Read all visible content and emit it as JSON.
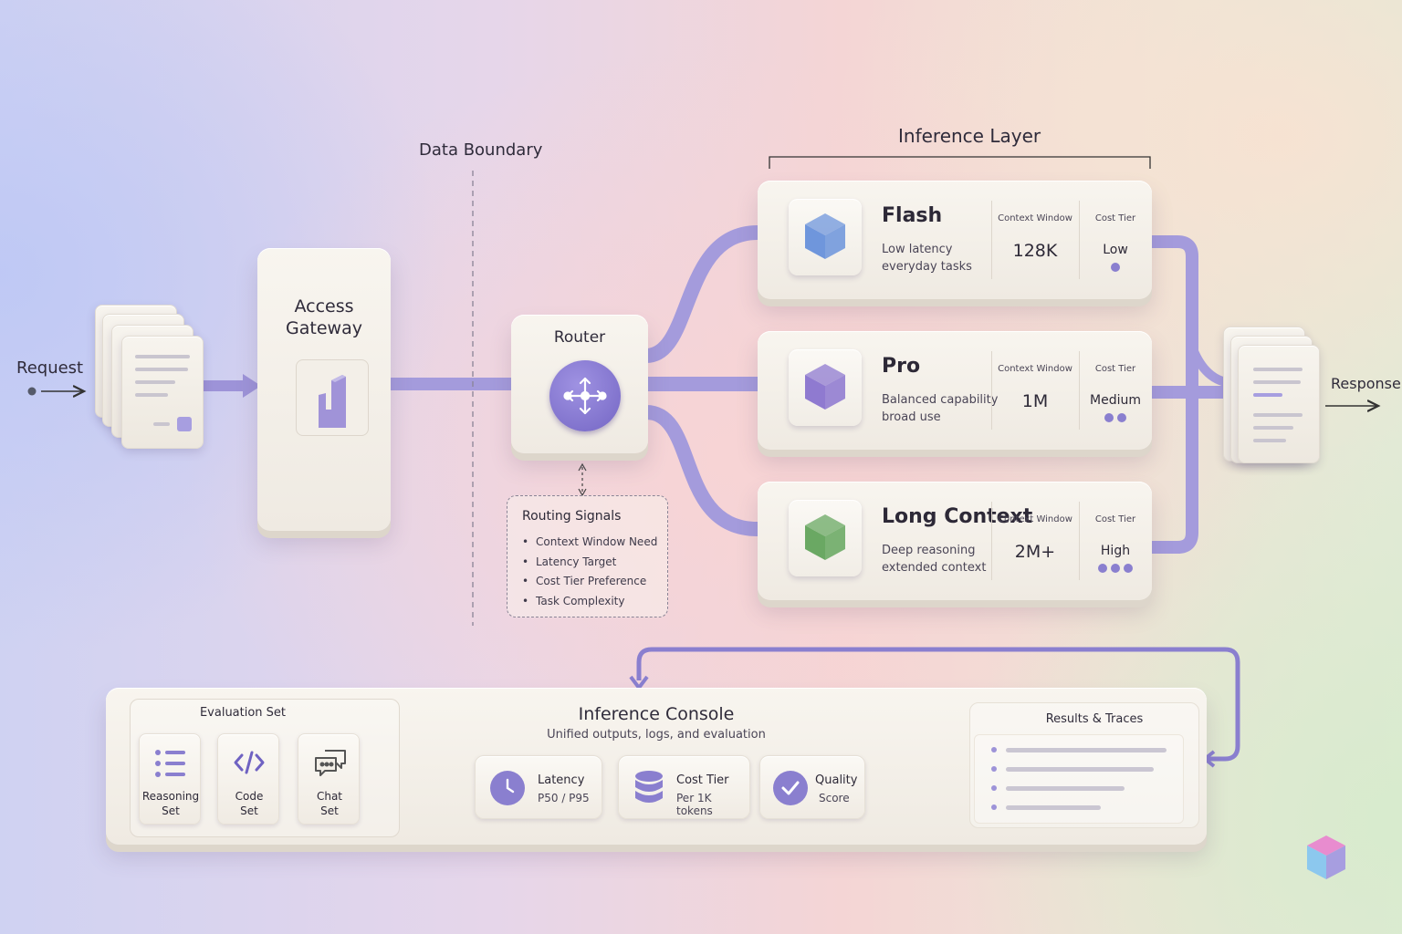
{
  "labels": {
    "request": "Request",
    "response": "Response",
    "data_boundary": "Data Boundary",
    "inference_layer": "Inference Layer",
    "gateway": "Access\nGateway",
    "router": "Router"
  },
  "routing_signals": {
    "title": "Routing Signals",
    "items": [
      "Context Window Need",
      "Latency Target",
      "Cost Tier Preference",
      "Task Complexity"
    ]
  },
  "models": [
    {
      "name": "Flash",
      "desc": "Low latency\neveryday tasks",
      "context_label": "Context Window",
      "context": "128K",
      "tier_label": "Cost Tier",
      "tier": "Low",
      "tier_level": 1,
      "icon": "blue-cube-icon",
      "color": "#6f96dc"
    },
    {
      "name": "Pro",
      "desc": "Balanced capability\nbroad use",
      "context_label": "Context Window",
      "context": "1M",
      "tier_label": "Cost Tier",
      "tier": "Medium",
      "tier_level": 2,
      "icon": "purple-cube-icon",
      "color": "#8f7ad0"
    },
    {
      "name": "Long Context",
      "desc": "Deep reasoning\nextended context",
      "context_label": "Context Window",
      "context": "2M+",
      "tier_label": "Cost Tier",
      "tier": "High",
      "tier_level": 3,
      "icon": "green-cube-icon",
      "color": "#6aa863"
    }
  ],
  "console": {
    "title": "Inference Console",
    "subtitle": "Unified outputs, logs, and evaluation",
    "eval_title": "Evaluation Set",
    "eval_sets": [
      {
        "label": "Reasoning\nSet",
        "icon": "list-icon"
      },
      {
        "label": "Code\nSet",
        "icon": "code-icon"
      },
      {
        "label": "Chat\nSet",
        "icon": "chat-icon"
      }
    ],
    "metrics": [
      {
        "title": "Latency",
        "sub": "P50 / P95",
        "icon": "clock-icon"
      },
      {
        "title": "Cost Tier",
        "sub": "Per 1K tokens",
        "icon": "database-icon"
      },
      {
        "title": "Quality",
        "sub": "Score",
        "icon": "check-icon"
      }
    ],
    "results_title": "Results & Traces"
  },
  "colors": {
    "accent": "#8a7fcf",
    "wire": "#a49bdc",
    "card": "#f4f0e9"
  }
}
